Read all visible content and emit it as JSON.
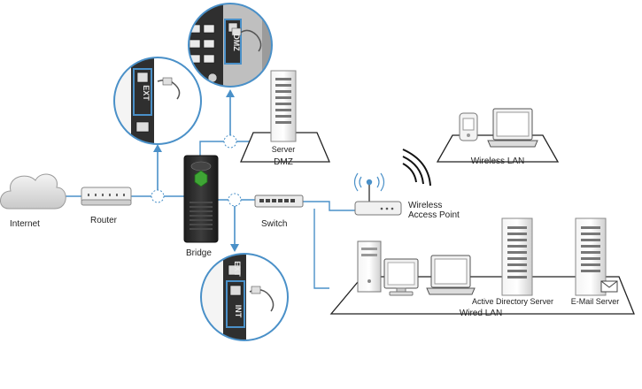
{
  "labels": {
    "internet": "Internet",
    "router": "Router",
    "bridge": "Bridge",
    "switch": "Switch",
    "server": "Server",
    "dmz": "DMZ",
    "wireless_lan": "Wireless LAN",
    "wireless_ap_line1": "Wireless",
    "wireless_ap_line2": "Access Point",
    "wired_lan": "Wired LAN",
    "active_directory_server": "Active Directory Server",
    "email_server": "E-Mail Server"
  },
  "port_labels": {
    "ext": "EXT",
    "int": "INT",
    "dmz": "DMZ"
  },
  "colors": {
    "link": "#4a90c8",
    "device_light": "#e9e9e9",
    "device_mid": "#bdbdbd",
    "device_dark": "#3a3a3a",
    "bridge_body": "#2b2b2b",
    "bridge_led": "#3fa535",
    "outline": "#222222"
  }
}
